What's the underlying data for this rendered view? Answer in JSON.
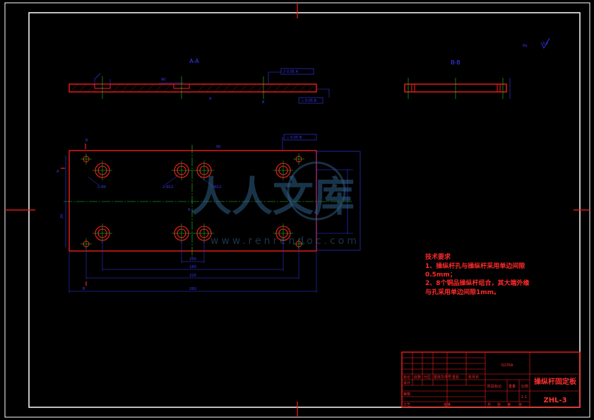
{
  "sections": {
    "aa_label": "A-A",
    "bb_label": "B-B"
  },
  "labels": {
    "a_marker": "A",
    "b_marker": "B",
    "datum_a": "A",
    "datum_b": "B",
    "dim_top_plan": "90",
    "dim_aa": "90",
    "dim_side": "20",
    "ra_main": "Ra",
    "ra_val": "3.2"
  },
  "tolerances": {
    "aa_parallel": "// 0.05 A",
    "aa_flat": "⊥ 0.05 B",
    "plan_top": "⊥ 0.05 B"
  },
  "hole_notes": {
    "left": "2-Φ9",
    "mid_left": "2-Φ12",
    "mid_right": "2-Φ12"
  },
  "dimensions": {
    "inner": "100",
    "middle": "160",
    "outer": "220",
    "overall": "260"
  },
  "tech_notes": {
    "title": "技术要求",
    "line1": "1、操纵杆孔与操纵杆采用单边间隙",
    "line2": "0.5mm；",
    "line3": "2、8个铜品操纵杆组合，其大端外缘",
    "line4": "与孔采用单边间隙1mm。"
  },
  "title_block": {
    "material": "Q235A",
    "part_name": "操纵杆固定板",
    "drawing_no": "ZHL-3",
    "row_labels": [
      "标记",
      "设计",
      "审核",
      "工艺"
    ],
    "header_cells": [
      "处数",
      "分区",
      "更改文件号",
      "签名",
      "年月日"
    ],
    "stage_label": "阶段标记",
    "weight_label": "重量",
    "scale_label": "比例",
    "scale_value": "1:1",
    "sheet_labels": [
      "共",
      "张",
      "第",
      "张"
    ],
    "approve_label": "批准"
  },
  "watermark": {
    "main": "人人文库",
    "url": "www.renrendoc.com"
  },
  "colors": {
    "outline": "#ff1e1e",
    "dimension": "#3a3aff",
    "centerline": "#1ed21e",
    "frame": "#ffffff"
  }
}
